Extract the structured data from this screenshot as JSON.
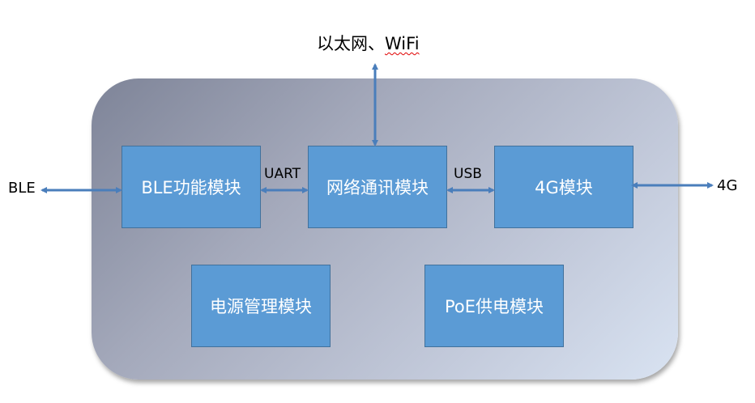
{
  "diagram": {
    "top_label_main": "以太网、",
    "top_label_wifi": "WiFi",
    "external_left": "BLE",
    "external_right": "4G",
    "blocks": {
      "ble": "BLE功能模块",
      "network": "网络通讯模块",
      "g4": "4G模块",
      "power": "电源管理模块",
      "poe": "PoE供电模块"
    },
    "links": {
      "uart": "UART",
      "usb": "USB"
    }
  },
  "colors": {
    "block_fill": "#5b9bd5",
    "block_border": "#41719c",
    "arrow": "#4a7ebb",
    "container_gradient_start": "#7e8498",
    "container_gradient_end": "#d9e3f2"
  }
}
